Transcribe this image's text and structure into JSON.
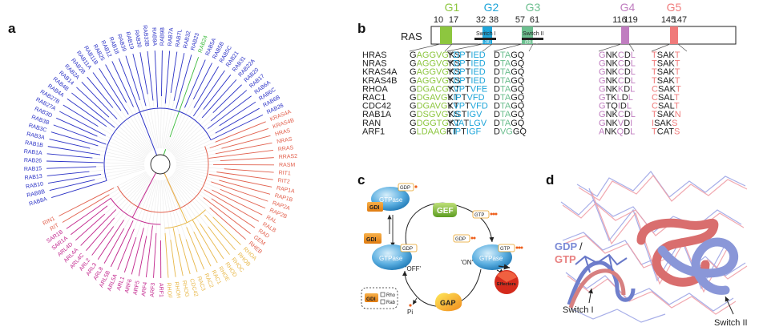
{
  "panels": {
    "a": "a",
    "b": "b",
    "c": "c",
    "d": "d"
  },
  "colors": {
    "purple": "#c2268d",
    "yellow": "#e8b84a",
    "red": "#e2604d",
    "blue": "#2b32c6",
    "green": "#3dbb3d",
    "g1": "#8dc63f",
    "g2": "#1ea5d9",
    "g3": "#6cbf8f",
    "g4": "#c07dc0",
    "g5": "#f07b7b",
    "gdp": "#7b8ad6",
    "gtp": "#e88080"
  },
  "tree": {
    "leaves": [
      {
        "name": "RAB8A",
        "clade": "blue"
      },
      {
        "name": "RAB8B",
        "clade": "blue"
      },
      {
        "name": "RAB10",
        "clade": "blue"
      },
      {
        "name": "RAB13",
        "clade": "blue"
      },
      {
        "name": "RAB15",
        "clade": "blue"
      },
      {
        "name": "RAB26",
        "clade": "blue"
      },
      {
        "name": "RAB1A",
        "clade": "blue"
      },
      {
        "name": "RAB1B",
        "clade": "blue"
      },
      {
        "name": "RAB3A",
        "clade": "blue"
      },
      {
        "name": "RAB3C",
        "clade": "blue"
      },
      {
        "name": "RAB3B",
        "clade": "blue"
      },
      {
        "name": "RAB3D",
        "clade": "blue"
      },
      {
        "name": "RAB27A",
        "clade": "blue"
      },
      {
        "name": "RAB27B",
        "clade": "blue"
      },
      {
        "name": "RAB4A",
        "clade": "blue"
      },
      {
        "name": "RAB4B",
        "clade": "blue"
      },
      {
        "name": "RAB14",
        "clade": "blue"
      },
      {
        "name": "RAB2A",
        "clade": "blue"
      },
      {
        "name": "RAB2B",
        "clade": "blue"
      },
      {
        "name": "RAB11A",
        "clade": "blue"
      },
      {
        "name": "RAB11B",
        "clade": "blue"
      },
      {
        "name": "RAB25",
        "clade": "blue"
      },
      {
        "name": "RAB12",
        "clade": "blue"
      },
      {
        "name": "RAB18",
        "clade": "blue"
      },
      {
        "name": "RAB39",
        "clade": "blue"
      },
      {
        "name": "RAB19",
        "clade": "blue"
      },
      {
        "name": "RAB30",
        "clade": "blue"
      },
      {
        "name": "RAB33B",
        "clade": "blue"
      },
      {
        "name": "RAB9A",
        "clade": "blue"
      },
      {
        "name": "RAB9B",
        "clade": "blue"
      },
      {
        "name": "RAB7A",
        "clade": "blue"
      },
      {
        "name": "RAB7L",
        "clade": "blue"
      },
      {
        "name": "RAB32",
        "clade": "blue"
      },
      {
        "name": "RAB23",
        "clade": "blue"
      },
      {
        "name": "RAB24",
        "clade": "green"
      },
      {
        "name": "RAB5A",
        "clade": "blue"
      },
      {
        "name": "RAB5B",
        "clade": "blue"
      },
      {
        "name": "RAB5C",
        "clade": "blue"
      },
      {
        "name": "RAB21",
        "clade": "blue"
      },
      {
        "name": "RAB31",
        "clade": "blue"
      },
      {
        "name": "RAB22A",
        "clade": "blue"
      },
      {
        "name": "RAB20",
        "clade": "blue"
      },
      {
        "name": "RAB17",
        "clade": "blue"
      },
      {
        "name": "RAB6A",
        "clade": "blue"
      },
      {
        "name": "RAB6C",
        "clade": "blue"
      },
      {
        "name": "RAB6B",
        "clade": "blue"
      },
      {
        "name": "RAB28",
        "clade": "blue"
      },
      {
        "name": "KRAS4A",
        "clade": "red"
      },
      {
        "name": "KRAS4B",
        "clade": "red"
      },
      {
        "name": "HRAS",
        "clade": "red"
      },
      {
        "name": "NRAS",
        "clade": "red"
      },
      {
        "name": "RRAS",
        "clade": "red"
      },
      {
        "name": "RRAS2",
        "clade": "red"
      },
      {
        "name": "RASM",
        "clade": "red"
      },
      {
        "name": "RIT1",
        "clade": "red"
      },
      {
        "name": "RIT2",
        "clade": "red"
      },
      {
        "name": "RAP1A",
        "clade": "red"
      },
      {
        "name": "RAP1B",
        "clade": "red"
      },
      {
        "name": "RAP2A",
        "clade": "red"
      },
      {
        "name": "RAP2B",
        "clade": "red"
      },
      {
        "name": "RAL",
        "clade": "red"
      },
      {
        "name": "RALB",
        "clade": "red"
      },
      {
        "name": "RAD",
        "clade": "red"
      },
      {
        "name": "GEM",
        "clade": "red"
      },
      {
        "name": "RHEB",
        "clade": "red"
      },
      {
        "name": "RHOA",
        "clade": "yellow"
      },
      {
        "name": "RHOB",
        "clade": "yellow"
      },
      {
        "name": "RHOC",
        "clade": "yellow"
      },
      {
        "name": "RHOD",
        "clade": "yellow"
      },
      {
        "name": "RHOE",
        "clade": "yellow"
      },
      {
        "name": "RAC1",
        "clade": "yellow"
      },
      {
        "name": "RAC2",
        "clade": "yellow"
      },
      {
        "name": "RAC3",
        "clade": "yellow"
      },
      {
        "name": "CDC42",
        "clade": "yellow"
      },
      {
        "name": "RHOG",
        "clade": "yellow"
      },
      {
        "name": "RHOH",
        "clade": "yellow"
      },
      {
        "name": "RHOF",
        "clade": "yellow"
      },
      {
        "name": "ARF1",
        "clade": "purple"
      },
      {
        "name": "ARF3",
        "clade": "purple"
      },
      {
        "name": "ARF4",
        "clade": "purple"
      },
      {
        "name": "ARF5",
        "clade": "purple"
      },
      {
        "name": "ARF6",
        "clade": "purple"
      },
      {
        "name": "ARL1",
        "clade": "purple"
      },
      {
        "name": "ARL5A",
        "clade": "purple"
      },
      {
        "name": "ARL5B",
        "clade": "purple"
      },
      {
        "name": "ARL8",
        "clade": "purple"
      },
      {
        "name": "ARL3",
        "clade": "purple"
      },
      {
        "name": "ARL2",
        "clade": "purple"
      },
      {
        "name": "ARL4C",
        "clade": "purple"
      },
      {
        "name": "ARL4A",
        "clade": "purple"
      },
      {
        "name": "ARL4D",
        "clade": "purple"
      },
      {
        "name": "SAR1A",
        "clade": "purple"
      },
      {
        "name": "SAR1B",
        "clade": "purple"
      },
      {
        "name": "RIT",
        "clade": "red"
      },
      {
        "name": "RIN1",
        "clade": "red"
      }
    ]
  },
  "motifs": {
    "protein_label": "RAS",
    "groups": [
      {
        "label": "G1",
        "color_key": "g1",
        "pos_a": "10",
        "pos_b": "17"
      },
      {
        "label": "G2",
        "color_key": "g2",
        "pos_a": "32",
        "pos_b": "38"
      },
      {
        "label": "G3",
        "color_key": "g3",
        "pos_a": "57",
        "pos_b": "61"
      },
      {
        "label": "G4",
        "color_key": "g4",
        "pos_a": "116",
        "pos_b": "119"
      },
      {
        "label": "G5",
        "color_key": "g5",
        "pos_a": "145",
        "pos_b": "147"
      }
    ],
    "switch1": {
      "label": "Switch I",
      "range": "(30-38)"
    },
    "switch2": {
      "label": "Switch II",
      "range": "(59-67)"
    },
    "rows": [
      {
        "name": "HRAS",
        "g1": "GAGGVGKS",
        "g2": "YDPTIED",
        "g3": "DTAGQ",
        "g4": "GNKCDL",
        "g5": "TSAKT"
      },
      {
        "name": "NRAS",
        "g1": "GAGGVGKS",
        "g2": "YDPTIED",
        "g3": "DTAGQ",
        "g4": "GNKCDL",
        "g5": "TSAKT"
      },
      {
        "name": "KRAS4A",
        "g1": "GAGGVGKS",
        "g2": "YDPTIED",
        "g3": "DTAGQ",
        "g4": "GNKCDL",
        "g5": "TSAKT"
      },
      {
        "name": "KRAS4B",
        "g1": "GAGGVGKS",
        "g2": "YDPTIED",
        "g3": "DTAGQ",
        "g4": "GNKCDL",
        "g5": "TSAKT"
      },
      {
        "name": "RHOA",
        "g1": "GDGACGKT",
        "g2": "YVPTVFE",
        "g3": "DTAGQ",
        "g4": "GNKKDL",
        "g5": "CSAKT"
      },
      {
        "name": "RAC1",
        "g1": "GDGAVGKT",
        "g2": "YIPTVFD",
        "g3": "DTAGQ",
        "g4": "GTKLDL",
        "g5": "CSALT"
      },
      {
        "name": "CDC42",
        "g1": "GDGAVGKT",
        "g2": "YVPTVFD",
        "g3": "DTAGQ",
        "g4": "GTQIDL",
        "g5": "CSALT"
      },
      {
        "name": "RAB1A",
        "g1": "GDSGVGKS",
        "g2": "YISTIGV",
        "g3": "DTAGQ",
        "g4": "GNKCDL",
        "g5": "TSAKN"
      },
      {
        "name": "RAN",
        "g1": "GDGGTGKT",
        "g2": "YVATLGV",
        "g3": "DTAGQ",
        "g4": "GNKVDI",
        "g5": "ISAKS"
      },
      {
        "name": "ARF1",
        "g1": "GLDAAGKT",
        "g2": "TIPTIGF",
        "g3": "DVGGQ",
        "g4": "ANKQDL",
        "g5": "TCATS"
      }
    ]
  },
  "cycle": {
    "gef": "GEF",
    "gap": "GAP",
    "gdi": "GDI",
    "gtpase": "GTPase",
    "off": "'OFF'",
    "on": "'ON'",
    "gdp": "GDP",
    "gtp": "GTP",
    "pi": "Pi",
    "effectors": "Effectors",
    "legend_gdi": "GDI",
    "legend_rho": "Rho",
    "legend_rab": "Rab"
  },
  "structure": {
    "gdp_label": "GDP",
    "slash": "/",
    "gtp_label": "GTP",
    "switch1": "Switch I",
    "switch2": "Switch II"
  }
}
